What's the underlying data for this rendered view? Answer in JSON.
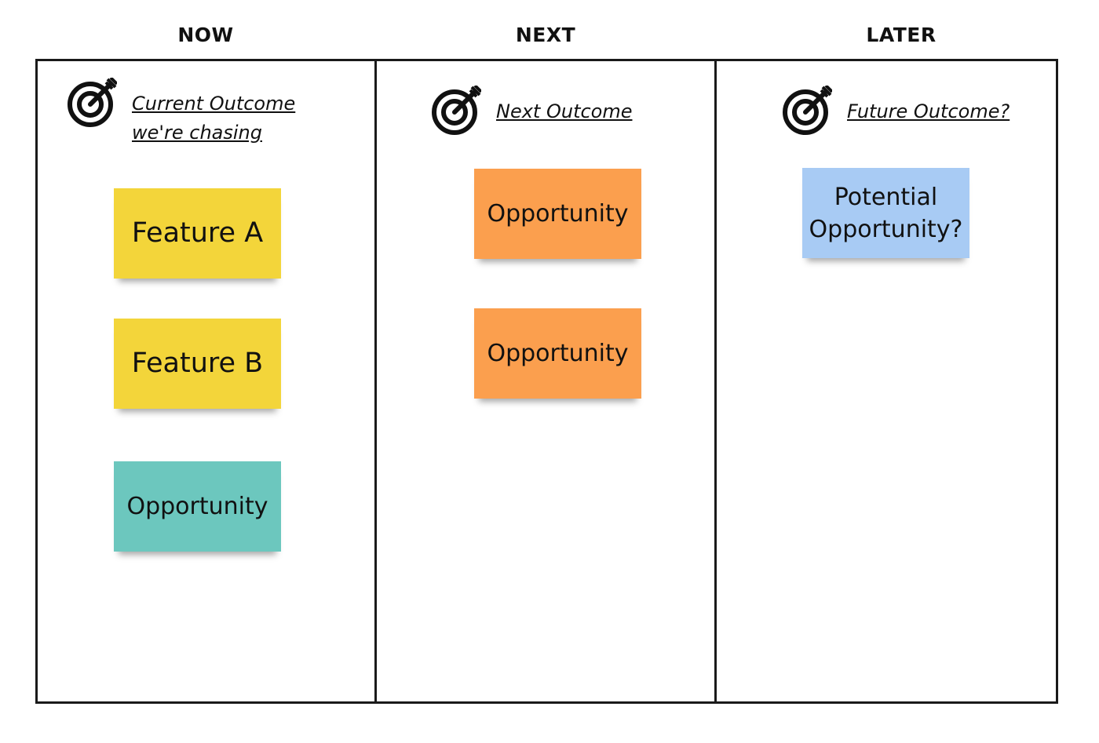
{
  "columns": [
    {
      "header": "NOW",
      "outcome": "Current Outcome we're chasing",
      "stickies": [
        {
          "label": "Feature A",
          "color": "#f3d53a"
        },
        {
          "label": "Feature B",
          "color": "#f3d53a"
        },
        {
          "label": "Opportunity",
          "color": "#6cc7be"
        }
      ]
    },
    {
      "header": "NEXT",
      "outcome": "Next Outcome",
      "stickies": [
        {
          "label": "Opportunity",
          "color": "#fb9f4e"
        },
        {
          "label": "Opportunity",
          "color": "#fb9f4e"
        }
      ]
    },
    {
      "header": "LATER",
      "outcome": "Future Outcome?",
      "stickies": [
        {
          "label": "Potential Opportunity?",
          "color": "#a8cbf4"
        }
      ]
    }
  ],
  "icon": "target-icon"
}
